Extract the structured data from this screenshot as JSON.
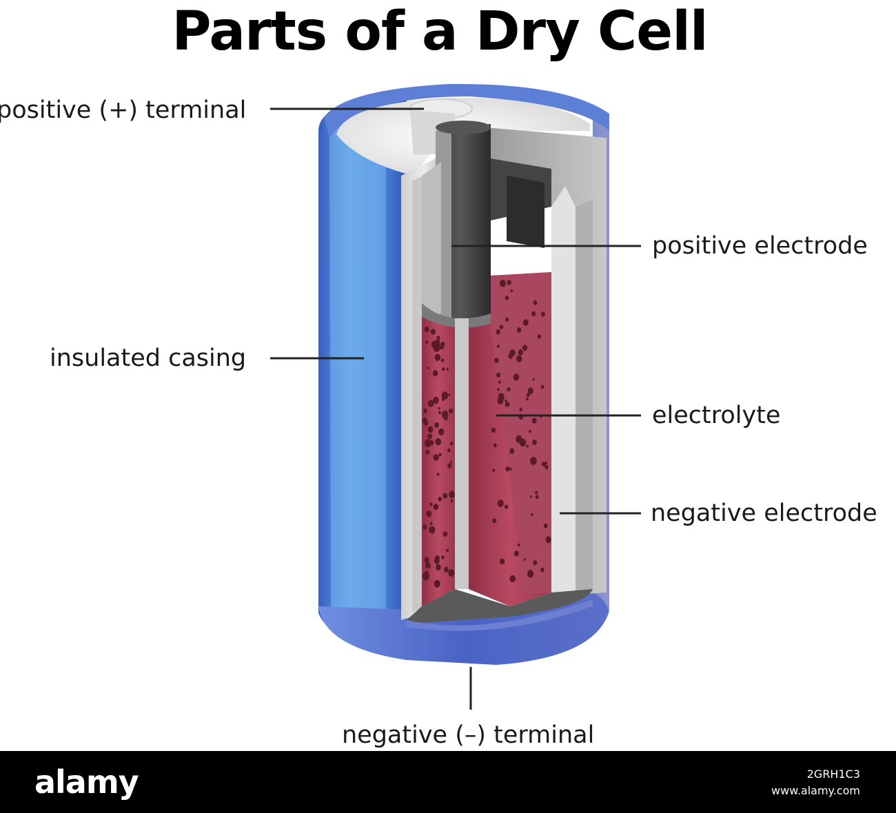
{
  "title": "Parts of a Dry Cell",
  "labels": {
    "positive_terminal": "positive (+) terminal",
    "positive_electrode": "positive electrode",
    "insulated_casing": "insulated casing",
    "electrolyte": "electrolyte",
    "negative_electrode": "negative electrode",
    "negative_terminal": "negative (–) terminal"
  },
  "footer": {
    "logo": "alamy",
    "image_id": "2GRH1C3",
    "site": "www.alamy.com"
  },
  "colors": {
    "casing_blue": "#3f67c8",
    "casing_light": "#7fb6ea",
    "electrolyte": "#a0394f",
    "rod_dark": "#2e2e2e",
    "grey_metal": "#bdbdbd"
  }
}
